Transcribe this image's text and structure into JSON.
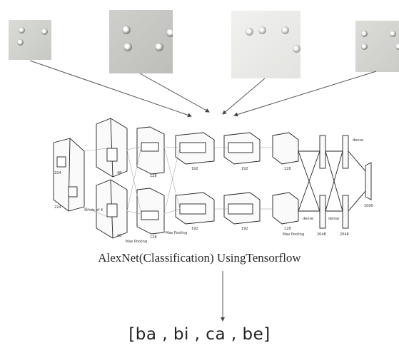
{
  "thumbnails": [
    {
      "icon": "braille-dots-image"
    },
    {
      "icon": "braille-dots-image"
    },
    {
      "icon": "braille-dots-image"
    },
    {
      "icon": "braille-dots-image"
    }
  ],
  "network": {
    "labels": {
      "input": "224",
      "input2": "224",
      "stride": "Stride of 4",
      "l1": "48",
      "l2": "128",
      "l3": "192",
      "l4": "192",
      "l5": "128",
      "pool1": "Max Pooling",
      "pool2": "Max Pooling",
      "pool3": "Max Pooling",
      "dense": "dense",
      "d1": "2048",
      "d2": "2048",
      "out": "1000"
    }
  },
  "caption": "AlexNet(Classification) UsingTensorflow",
  "result": "[ba , bi , ca , be]"
}
